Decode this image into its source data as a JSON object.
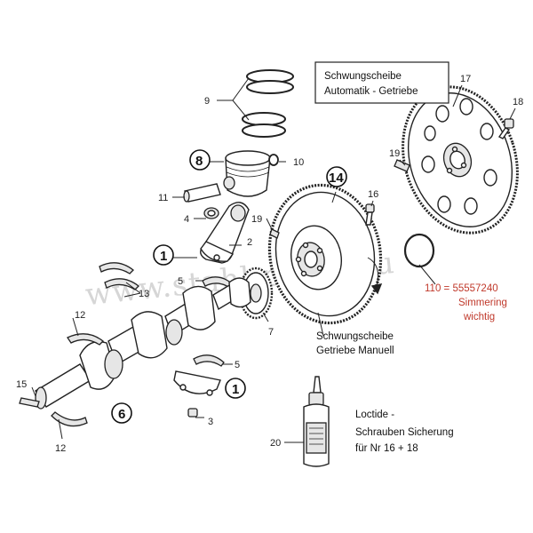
{
  "watermark": "www.stahl-parts.eu",
  "labels": {
    "automatic_title_1": "Schwungscheibe",
    "automatic_title_2": "Automatik - Getriebe",
    "manual_title_1": "Schwungscheibe",
    "manual_title_2": "Getriebe Manuell",
    "seal_ref": "110 = 55557240",
    "seal_name": "Simmering",
    "seal_note": "wichtig",
    "loctite_1": "Loctide -",
    "loctite_2": "Schrauben Sicherung",
    "loctite_3": "für Nr 16 + 18"
  },
  "parts": {
    "p1a": "1",
    "p1b": "1",
    "p2": "2",
    "p3": "3",
    "p4": "4",
    "p5a": "5",
    "p5b": "5",
    "p6": "6",
    "p7": "7",
    "p8": "8",
    "p9": "9",
    "p10": "10",
    "p11": "11",
    "p12a": "12",
    "p12b": "12",
    "p13": "13",
    "p14": "14",
    "p15": "15",
    "p16": "16",
    "p17": "17",
    "p18": "18",
    "p19a": "19",
    "p19b": "19",
    "p20": "20"
  }
}
